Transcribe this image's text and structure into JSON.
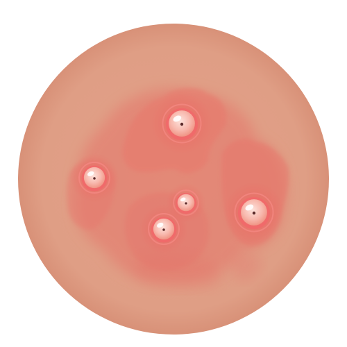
{
  "colors": {
    "background": "#ffffff",
    "skin": "#df9e85",
    "skin_edge": "#d99178",
    "redness": "#e8766b",
    "redness_dark": "#e2675f",
    "pustule_ring": "#f06a6a",
    "pustule_body": "#f7b7ad",
    "pustule_core": "#fbd7cf",
    "pustule_highlight": "#ffffff",
    "pustule_pore": "#5a2a2a"
  },
  "lesions": [
    {
      "name": "lesion-top",
      "size": "large"
    },
    {
      "name": "lesion-left",
      "size": "medium"
    },
    {
      "name": "lesion-right",
      "size": "large"
    },
    {
      "name": "lesion-center-small",
      "size": "small"
    },
    {
      "name": "lesion-center-lower",
      "size": "medium"
    }
  ]
}
